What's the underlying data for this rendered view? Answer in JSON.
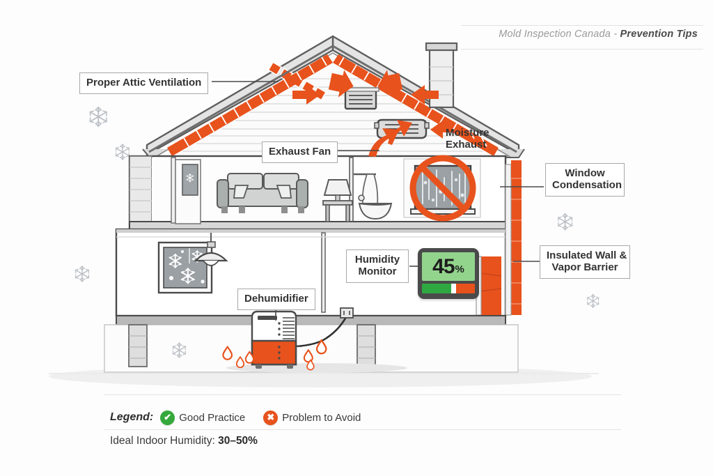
{
  "header": {
    "prefix": "Mold Inspection Canada - ",
    "emphasis": "Prevention Tips"
  },
  "diagram": {
    "title": "House cross-section mold prevention diagram",
    "callouts": [
      {
        "id": "attic",
        "label": "Proper Attic Ventilation",
        "type": "good",
        "boxed": true
      },
      {
        "id": "fan",
        "label": "Exhaust Fan",
        "type": "good",
        "boxed": true
      },
      {
        "id": "moisture",
        "label": "Moisture\nExhaust",
        "type": "good",
        "boxed": false
      },
      {
        "id": "window",
        "label": "Window\nCondensation",
        "type": "problem",
        "boxed": true
      },
      {
        "id": "insul",
        "label": "Insulated Wall &\nVapor Barrier",
        "type": "good",
        "boxed": true
      },
      {
        "id": "humidity",
        "label": "Humidity\nMonitor",
        "type": "good",
        "boxed": true
      },
      {
        "id": "dehum",
        "label": "Dehumidifier",
        "type": "good",
        "boxed": true
      }
    ],
    "callout_attic": "Proper Attic Ventilation",
    "callout_fan": "Exhaust Fan",
    "callout_moisture_line1": "Moisture",
    "callout_moisture_line2": "Exhaust",
    "callout_window_line1": "Window",
    "callout_window_line2": "Condensation",
    "callout_insulation_line1": "Insulated Wall &",
    "callout_insulation_line2": "Vapor Barrier",
    "callout_humidity_line1": "Humidity",
    "callout_humidity_line2": "Monitor",
    "callout_dehumidifier": "Dehumidifier"
  },
  "monitor": {
    "value": "45",
    "unit": "%",
    "screen_color": "#93d48d",
    "bar_good_color": "#2fa842",
    "bar_bad_color": "#e8521c",
    "bezel_color": "#4a4a4a"
  },
  "legend": {
    "title": "Legend:",
    "items": [
      {
        "icon": "check-circle-icon",
        "glyph": "✔",
        "label": "Good Practice",
        "color": "#35a93b"
      },
      {
        "icon": "x-circle-icon",
        "glyph": "✖",
        "label": "Problem to Avoid",
        "color": "#e8521c"
      }
    ],
    "good_glyph": "✔",
    "good_label": "Good Practice",
    "bad_glyph": "✖",
    "bad_label": "Problem to Avoid",
    "ideal_prefix": "Ideal Indoor Humidity: ",
    "ideal_range": "30–50%"
  },
  "colors": {
    "accent_orange": "#e8521c",
    "accent_orange_dark": "#d24a16",
    "line_dark": "#4a4a4a",
    "line_mid": "#8a8a8a",
    "fill_light": "#f4f4f4",
    "fill_mid": "#d9d9d9",
    "fill_dark": "#b5b5b5",
    "green": "#35a93b",
    "page_bg": "#fdfdfd"
  }
}
